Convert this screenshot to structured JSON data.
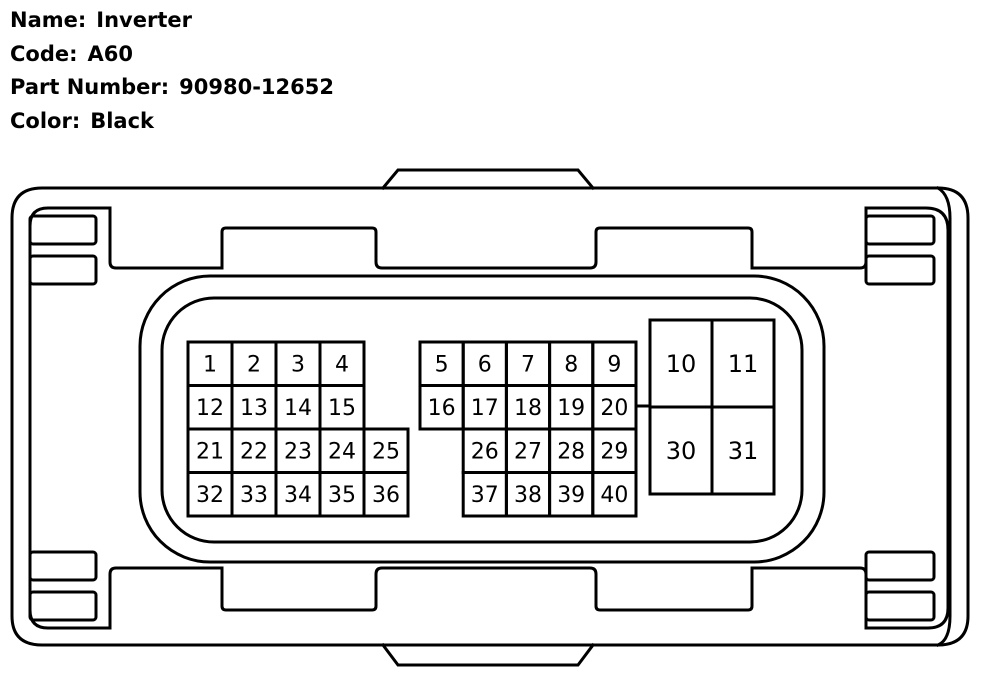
{
  "info": {
    "name_label": "Name:",
    "name_value": "Inverter",
    "code_label": "Code:",
    "code_value": "A60",
    "part_label": "Part Number:",
    "part_value": "90980-12652",
    "color_label": "Color:",
    "color_value": "Black"
  },
  "pins": {
    "left_block": [
      [
        "1",
        "2",
        "3",
        "4",
        ""
      ],
      [
        "12",
        "13",
        "14",
        "15",
        ""
      ],
      [
        "21",
        "22",
        "23",
        "24",
        "25"
      ],
      [
        "32",
        "33",
        "34",
        "35",
        "36"
      ]
    ],
    "middle_block": [
      [
        "5",
        "6",
        "7",
        "8",
        "9"
      ],
      [
        "16",
        "17",
        "18",
        "19",
        "20"
      ],
      [
        "",
        "26",
        "27",
        "28",
        "29"
      ],
      [
        "",
        "37",
        "38",
        "39",
        "40"
      ]
    ],
    "large_block": [
      [
        "10",
        "11"
      ],
      [
        "30",
        "31"
      ]
    ]
  },
  "colors": {
    "line": "#000000",
    "background": "#ffffff"
  }
}
